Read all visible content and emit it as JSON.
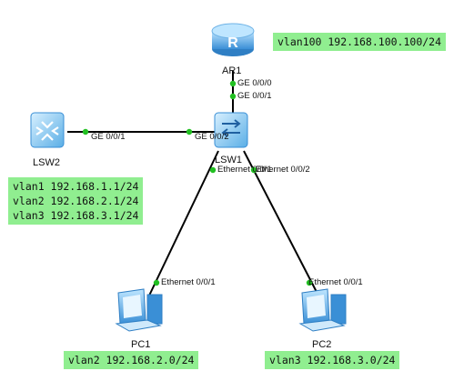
{
  "devices": {
    "ar1": {
      "label": "AR1",
      "glyph": "R",
      "icon": "router-icon"
    },
    "lsw1": {
      "label": "LSW1",
      "icon": "switch-icon"
    },
    "lsw2": {
      "label": "LSW2",
      "icon": "switch-icon"
    },
    "pc1": {
      "label": "PC1",
      "icon": "pc-icon"
    },
    "pc2": {
      "label": "PC2",
      "icon": "pc-icon"
    }
  },
  "ports": {
    "ar1_ge": "GE 0/0/0",
    "lsw1_up": "GE 0/0/1",
    "lsw1_left": "GE 0/0/2",
    "lsw2_right": "GE 0/0/1",
    "lsw1_eth1": "Ethernet 0/0/1",
    "lsw1_eth2": "Ethernet 0/0/2",
    "pc1_eth": "Ethernet 0/0/1",
    "pc2_eth": "Ethernet 0/0/1"
  },
  "notes": {
    "ar1": "vlan100 192.168.100.100/24",
    "lsw2_lines": [
      "vlan1 192.168.1.1/24",
      "vlan2 192.168.2.1/24",
      "vlan3 192.168.3.1/24"
    ],
    "pc1": "vlan2 192.168.2.0/24",
    "pc2": "vlan3 192.168.3.0/24"
  },
  "colors": {
    "note_bg": "#90ee90",
    "port_dot": "#22c022",
    "link": "#000000",
    "device_blue": "#4aa3df"
  }
}
